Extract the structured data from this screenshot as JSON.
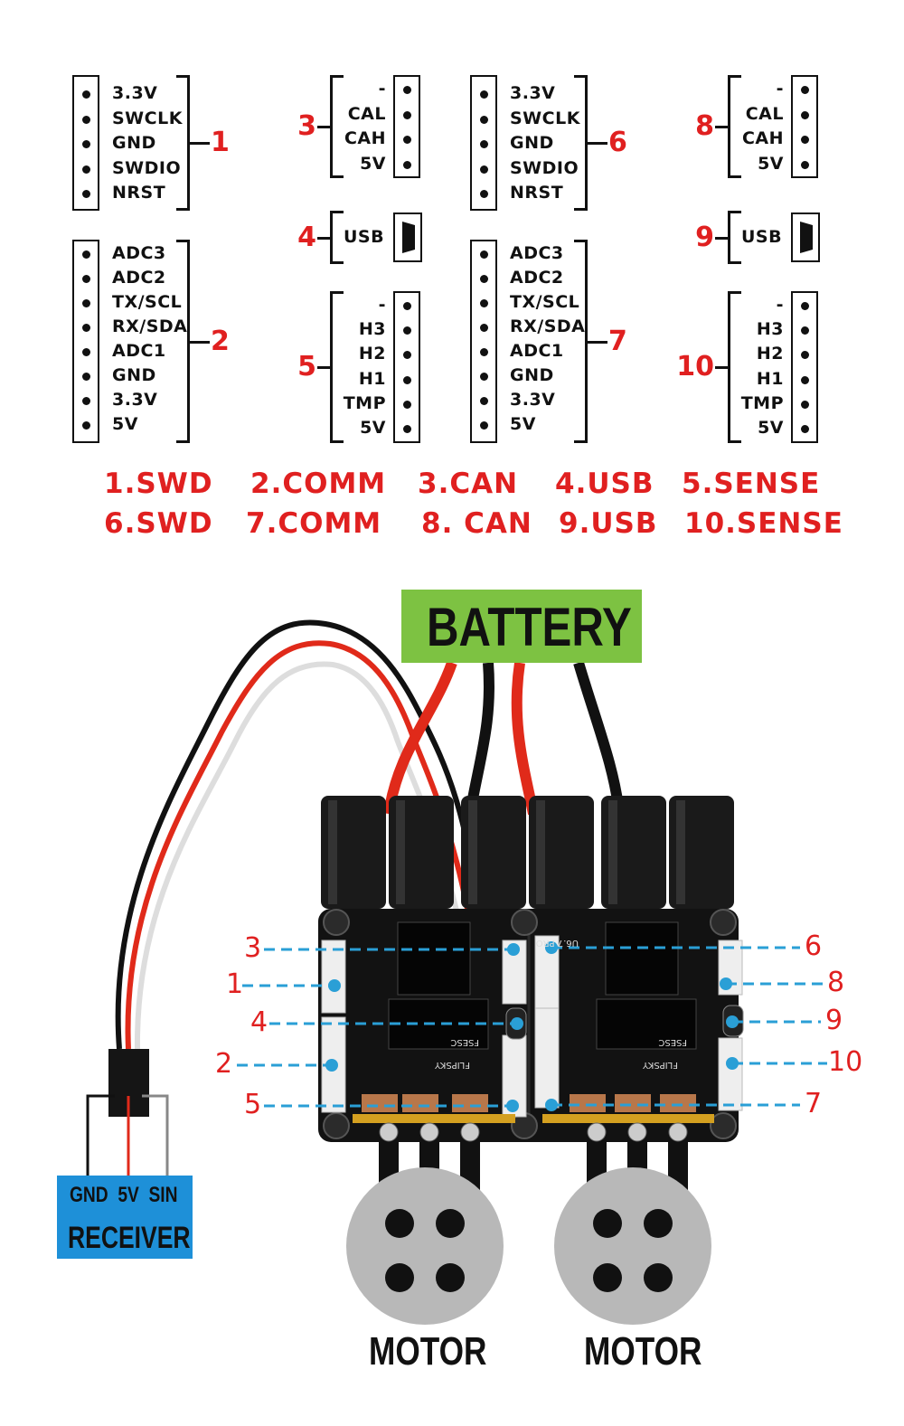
{
  "connectors": [
    {
      "id": "1",
      "type": "pins-left",
      "pins": [
        "3.3V",
        "SWCLK",
        "GND",
        "SWDIO",
        "NRST"
      ]
    },
    {
      "id": "2",
      "type": "pins-left",
      "pins": [
        "ADC3",
        "ADC2",
        "TX/SCL",
        "RX/SDA",
        "ADC1",
        "GND",
        "3.3V",
        "5V"
      ]
    },
    {
      "id": "3",
      "type": "pins-right",
      "pins": [
        "-",
        "CAL",
        "CAH",
        "5V"
      ]
    },
    {
      "id": "4",
      "type": "usb",
      "pins": [
        "USB"
      ]
    },
    {
      "id": "5",
      "type": "pins-right",
      "pins": [
        "-",
        "H3",
        "H2",
        "H1",
        "TMP",
        "5V"
      ]
    },
    {
      "id": "6",
      "type": "pins-left",
      "pins": [
        "3.3V",
        "SWCLK",
        "GND",
        "SWDIO",
        "NRST"
      ]
    },
    {
      "id": "7",
      "type": "pins-left",
      "pins": [
        "ADC3",
        "ADC2",
        "TX/SCL",
        "RX/SDA",
        "ADC1",
        "GND",
        "3.3V",
        "5V"
      ]
    },
    {
      "id": "8",
      "type": "pins-right",
      "pins": [
        "-",
        "CAL",
        "CAH",
        "5V"
      ]
    },
    {
      "id": "9",
      "type": "usb",
      "pins": [
        "USB"
      ]
    },
    {
      "id": "10",
      "type": "pins-right",
      "pins": [
        "-",
        "H3",
        "H2",
        "H1",
        "TMP",
        "5V"
      ]
    }
  ],
  "legend": [
    [
      "1.SWD",
      "2.COMM",
      "3.CAN",
      "4.USB",
      "5.SENSE"
    ],
    [
      "6.SWD",
      "7.COMM",
      "8. CAN",
      "9.USB",
      "10.SENSE"
    ]
  ],
  "battery_label": "BATTERY",
  "receiver": {
    "pins": "GND  5V  SIN",
    "label": "RECEIVER"
  },
  "motors": [
    "MOTOR",
    "MOTOR"
  ],
  "board_callouts": [
    "1",
    "2",
    "3",
    "4",
    "5",
    "6",
    "7",
    "8",
    "9",
    "10"
  ],
  "board_markings": {
    "model": "U6.7 PRO",
    "brand": "FLIPSKY",
    "name": "FSESC"
  },
  "colors": {
    "accent_red": "#e02020",
    "callout_blue": "#2a9fd6",
    "battery_green": "#7dc242",
    "receiver_blue": "#1e90d8",
    "motor_gray": "#b8b8b8"
  }
}
